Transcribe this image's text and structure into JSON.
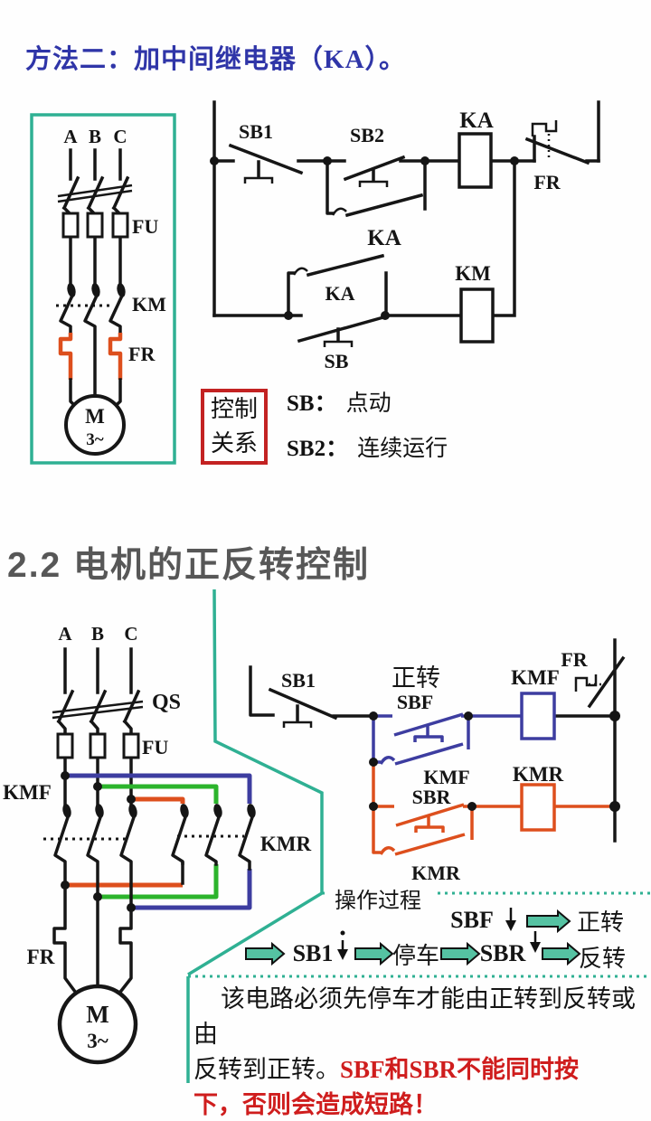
{
  "title": {
    "prefix": "方法二：加中间继电器（",
    "ka": "KA",
    "suffix": "）。"
  },
  "section_title": "2.2  电机的正反转控制",
  "colors": {
    "teal": "#2fb093",
    "blue": "#3d3da0",
    "green": "#2cb42c",
    "orange": "#dd4f1d",
    "red_text": "#cf1d1d",
    "title_blue": "#2f35a8",
    "motor_red": "#d3341f",
    "section_gray": "#575757"
  },
  "d1": {
    "phases": [
      "A",
      "B",
      "C"
    ],
    "fu": "FU",
    "km": "KM",
    "fr": "FR",
    "motor_m": "M",
    "motor_3": "3~",
    "sb1": "SB1",
    "sb2": "SB2",
    "ka_coil": "KA",
    "ka_aux": "KA",
    "ka_aux2": "KA",
    "fr_ctrl": "FR",
    "sb": "SB",
    "km_coil": "KM",
    "box": {
      "line1": "控制",
      "line2": "关系"
    },
    "legend": {
      "sb_label": "SB",
      "sb_sep": "：",
      "sb_text": "点动",
      "sb2_label": "SB2",
      "sb2_sep": "：",
      "sb2_text": "连续运行"
    }
  },
  "d2": {
    "phases": [
      "A",
      "B",
      "C"
    ],
    "qs": "QS",
    "fu": "FU",
    "kmf": "KMF",
    "kmr": "KMR",
    "fr": "FR",
    "motor_m": "M",
    "motor_3": "3~",
    "sb1": "SB1",
    "forward": "正转",
    "sbf": "SBF",
    "kmf_aux": "KMF",
    "kmf_coil": "KMF",
    "fr_ctrl": "FR",
    "sbr": "SBR",
    "kmr_aux": "KMR",
    "kmr_coil": "KMR",
    "process_label": "操作过程"
  },
  "flow": {
    "sbf": "SBF",
    "fwd": "正转",
    "sb1": "SB1",
    "stop": "停车",
    "sbr": "SBR",
    "rev": "反转"
  },
  "note": {
    "line1": "该电路必须先停车才能由正转到反转或由",
    "line2_black": "反转到正转。",
    "line2_red": "SBF和SBR不能同时按",
    "line3_red": "下，否则会造成短路！"
  }
}
